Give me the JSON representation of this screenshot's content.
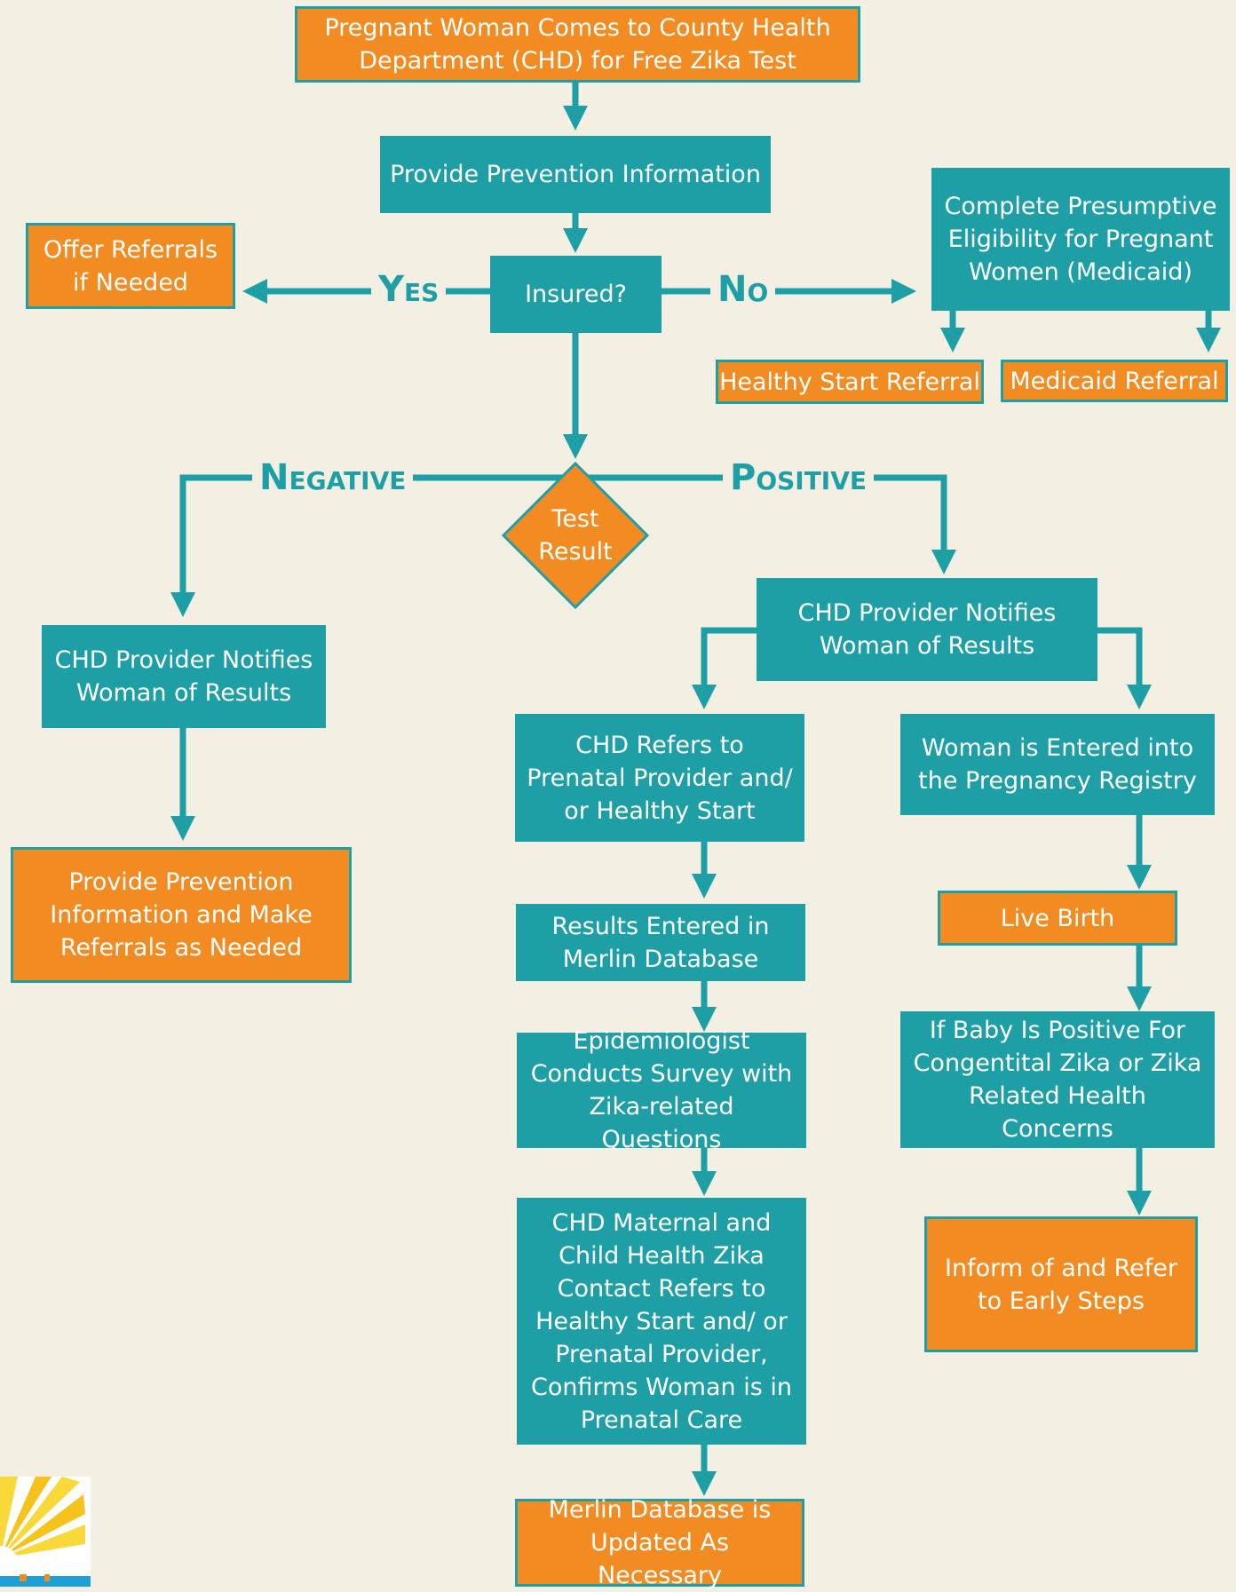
{
  "nodes": {
    "start": "Pregnant Woman Comes to County Health Department (CHD) for Free Zika Test",
    "prevention_info": "Provide Prevention Information",
    "insured": "Insured?",
    "offer_referrals": "Offer Referrals if Needed",
    "presumptive": "Complete Presumptive Eligibility for Pregnant Women (Medicaid)",
    "healthy_start_referral": "Healthy Start Referral",
    "medicaid_referral": "Medicaid Referral",
    "test_result": "Test Result",
    "neg_notify": "CHD Provider Notifies Woman of Results",
    "neg_prevention": "Provide Prevention Information and Make Referrals as Needed",
    "pos_notify": "CHD Provider Notifies Woman of Results",
    "refers_prenatal": "CHD Refers to Prenatal Provider and/ or Healthy Start",
    "merlin_entered": "Results Entered  in Merlin Database",
    "epidemiologist": "Epidemiologist Conducts Survey with Zika-related Questions",
    "maternal_contact": "CHD Maternal and Child Health Zika Contact Refers to Healthy Start and/ or Prenatal Provider, Confirms Woman is in Prenatal Care",
    "merlin_updated": "Merlin Database is Updated As Necessary",
    "registry": "Woman is Entered into the Pregnancy Registry",
    "live_birth": "Live Birth",
    "baby_positive": "If Baby Is Positive For Congentital Zika or Zika Related Health Concerns",
    "early_steps": "Inform of and Refer to Early Steps"
  },
  "edge_labels": {
    "yes": "Yes",
    "no": "No",
    "negative": "Negative",
    "positive": "Positive"
  },
  "colors": {
    "teal": "#1e9fa6",
    "orange": "#f28c22",
    "background": "#f3f0e3"
  }
}
